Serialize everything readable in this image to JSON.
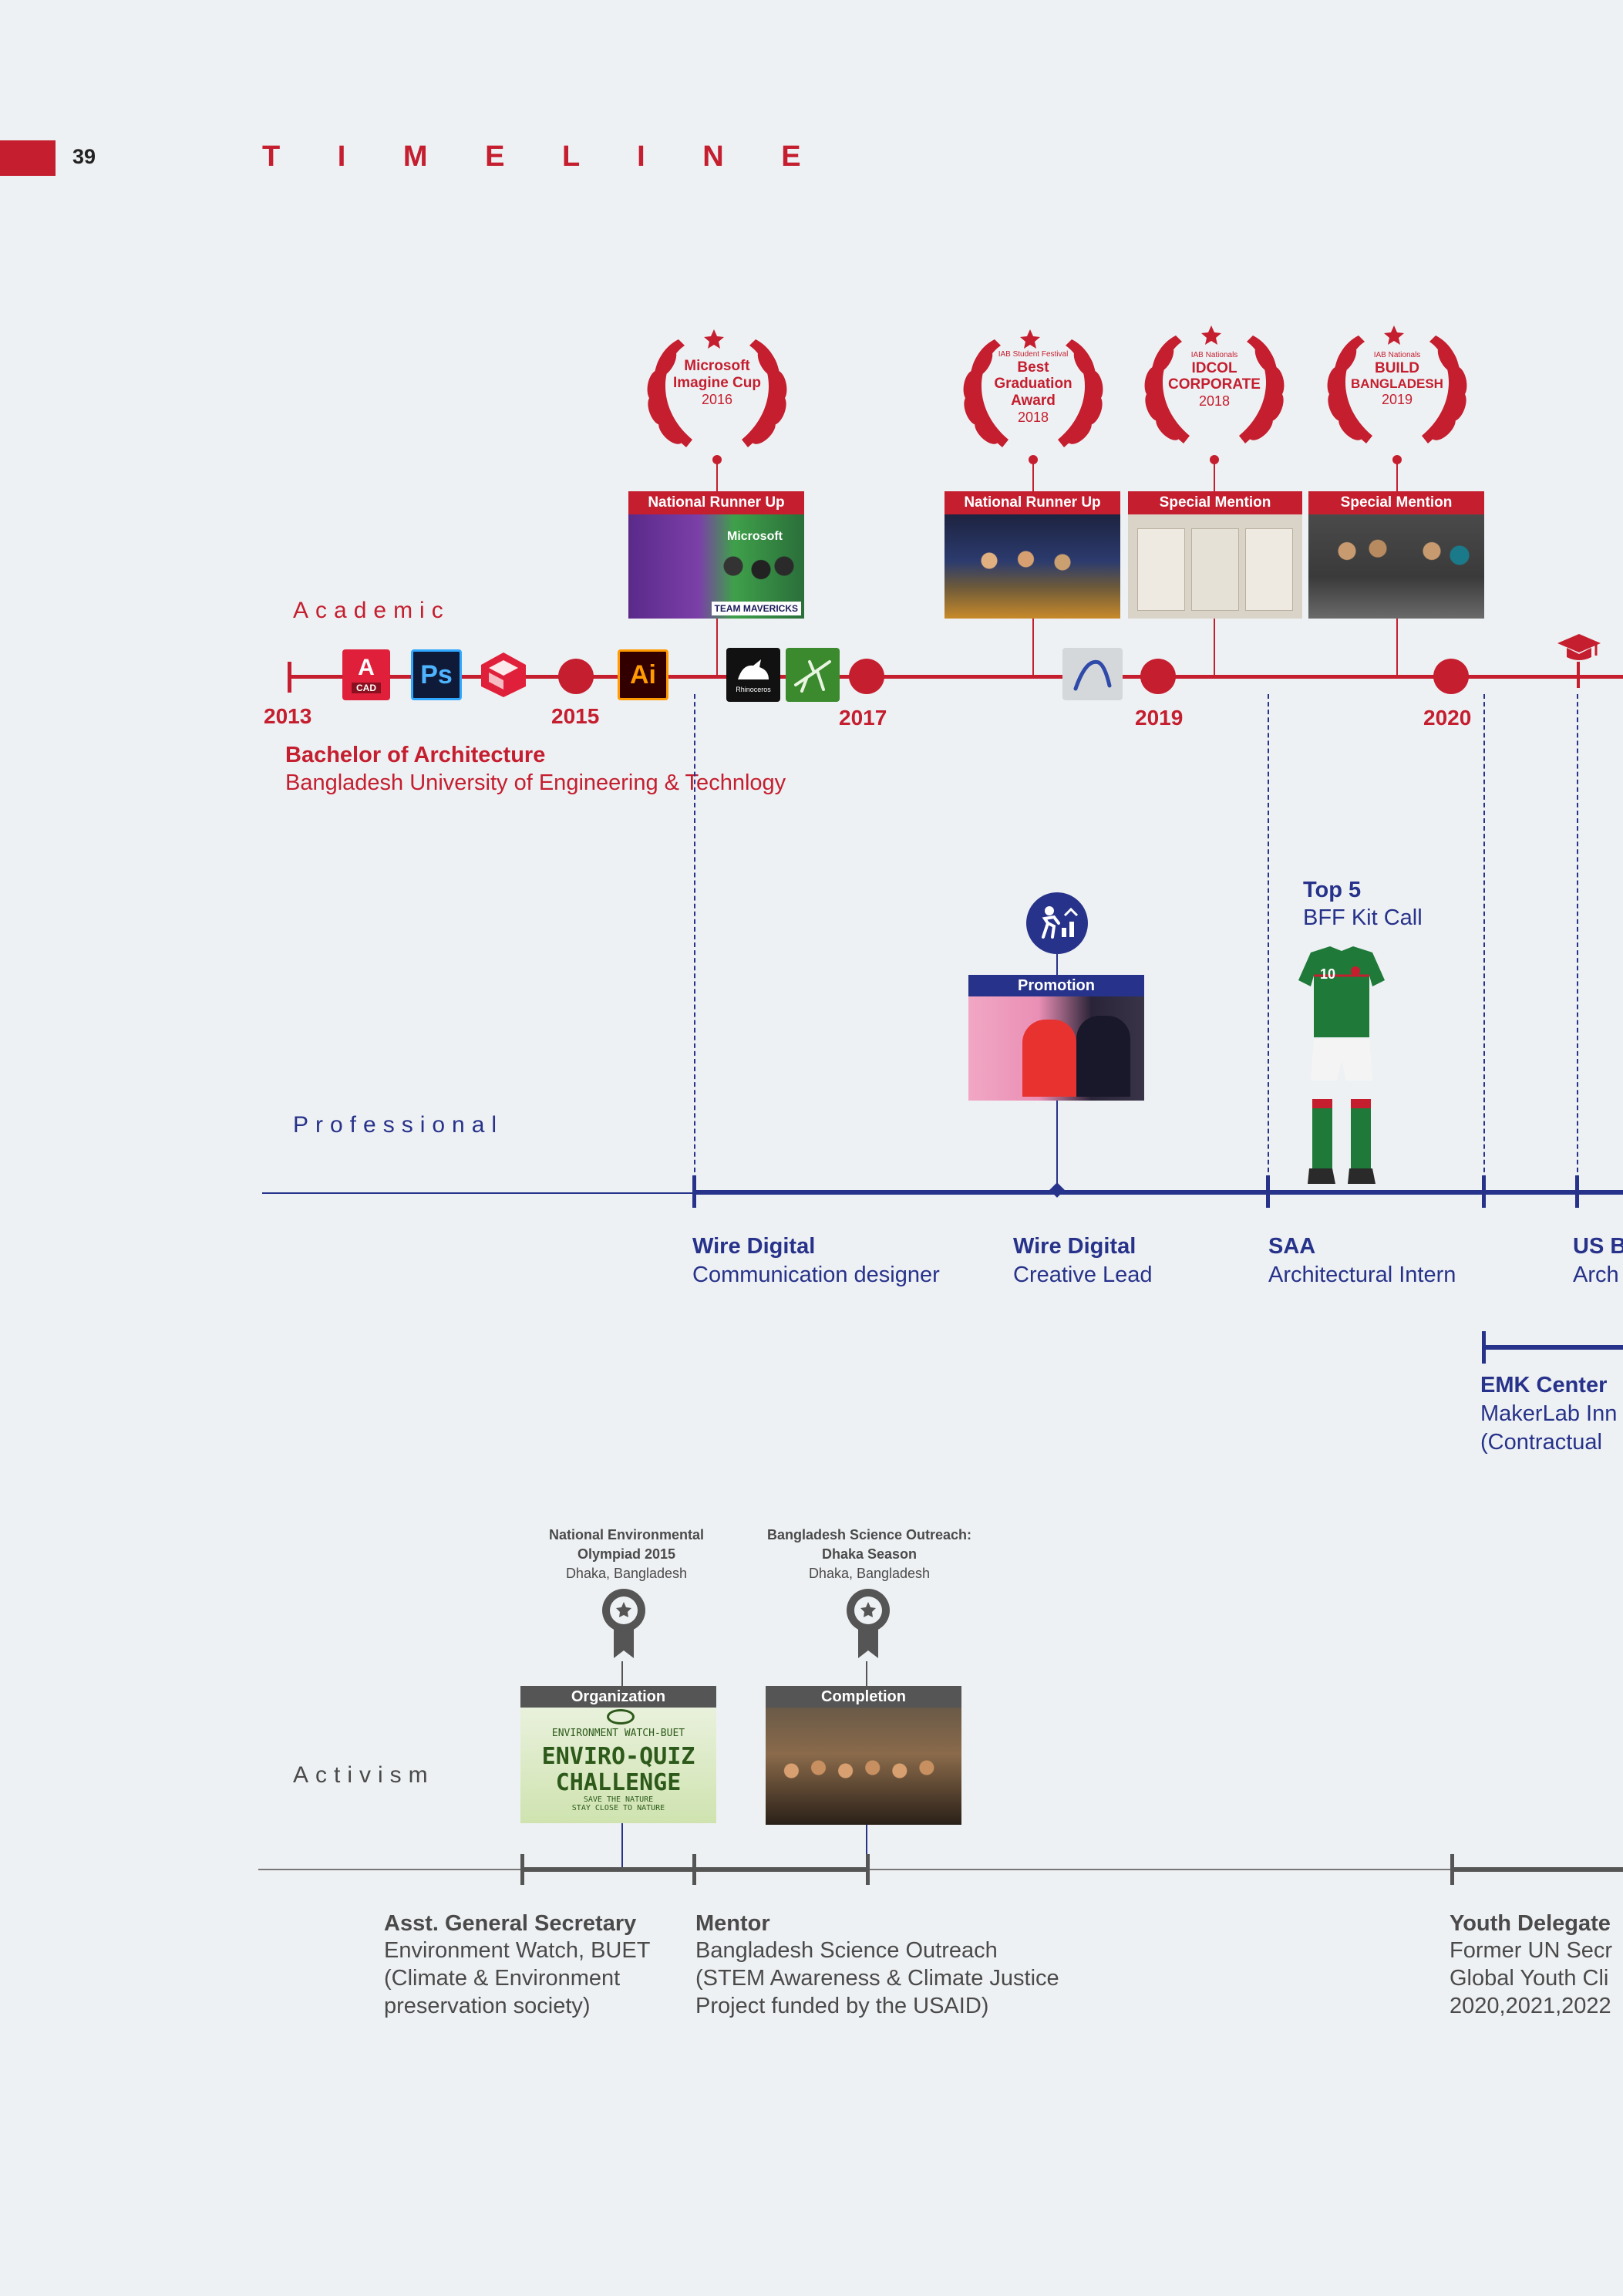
{
  "header": {
    "page_number": "39",
    "title": "T I M E L I N E"
  },
  "sections": {
    "academic": "Academic",
    "professional": "Professional",
    "activism": "Activism"
  },
  "academic": {
    "years": [
      "2013",
      "2015",
      "2017",
      "2019",
      "2020"
    ],
    "degree_title": "Bachelor of Architecture",
    "degree_school": "Bangladesh University of Engineering & Technlogy",
    "software_icons": [
      "autocad-icon",
      "photoshop-icon",
      "sketchup-icon",
      "illustrator-icon",
      "rhino-icon",
      "grasshopper-icon",
      "archicad-icon"
    ],
    "software": {
      "autocad": "A",
      "autocad_sub": "CAD",
      "photoshop": "Ps",
      "illustrator": "Ai",
      "rhino": "Rhinoceros"
    },
    "awards": [
      {
        "small": "",
        "name_l1": "Microsoft",
        "name_l2": "Imagine Cup",
        "name_l3": "",
        "year": "2016",
        "banner": "National Runner Up",
        "photo_caption": "TEAM MAVERICKS",
        "photo_brand": "Microsoft"
      },
      {
        "small": "IAB Student Festival",
        "name_l1": "Best",
        "name_l2": "Graduation",
        "name_l3": "Award",
        "year": "2018",
        "banner": "National Runner Up"
      },
      {
        "small": "IAB Nationals",
        "name_l1": "IDCOL",
        "name_l2": "CORPORATE",
        "name_l3": "",
        "year": "2018",
        "banner": "Special Mention"
      },
      {
        "small": "IAB Nationals",
        "name_l1": "BUILD",
        "name_l2": "BANGLADESH",
        "name_l3": "",
        "year": "2019",
        "banner": "Special Mention"
      }
    ]
  },
  "professional": {
    "promotion_banner": "Promotion",
    "kit": {
      "title": "Top 5",
      "subtitle": "BFF Kit Call",
      "jersey_number": "10"
    },
    "jobs": [
      {
        "title": "Wire Digital",
        "role": "Communication designer"
      },
      {
        "title": "Wire Digital",
        "role": "Creative Lead"
      },
      {
        "title": "SAA",
        "role": "Architectural Intern"
      },
      {
        "title": "US B",
        "role": "Arch"
      }
    ],
    "emk": {
      "title": "EMK Center",
      "line1": "MakerLab Inn",
      "line2": "(Contractual "
    }
  },
  "activism": {
    "events": [
      {
        "title_l1": "National Environmental",
        "title_l2": "Olympiad 2015",
        "place": "Dhaka, Bangladesh",
        "banner": "Organization",
        "poster_top": "ENVIRONMENT WATCH-BUET",
        "poster_l1": "ENVIRO-QUIZ",
        "poster_l2": "CHALLENGE",
        "poster_sub": "SAVE THE NATURE\nSTAY CLOSE TO NATURE"
      },
      {
        "title_l1": "Bangladesh Science Outreach:",
        "title_l2": "Dhaka Season",
        "place": "Dhaka, Bangladesh",
        "banner": "Completion"
      }
    ],
    "roles": [
      {
        "title": "Asst. General Secretary",
        "l1": "Environment Watch, BUET",
        "l2": "(Climate & Environment",
        "l3": "preservation society)"
      },
      {
        "title": "Mentor",
        "l1": "Bangladesh Science Outreach",
        "l2": "(STEM Awareness & Climate Justice",
        "l3": "Project funded by the USAID)"
      },
      {
        "title": "Youth Delegate",
        "l1": "Former UN Secr",
        "l2": "Global Youth Cli",
        "l3": "2020,2021,2022"
      }
    ]
  },
  "colors": {
    "accent_red": "#c41e2f",
    "accent_blue": "#27328a",
    "grey": "#555555",
    "background": "#eef1f3"
  }
}
